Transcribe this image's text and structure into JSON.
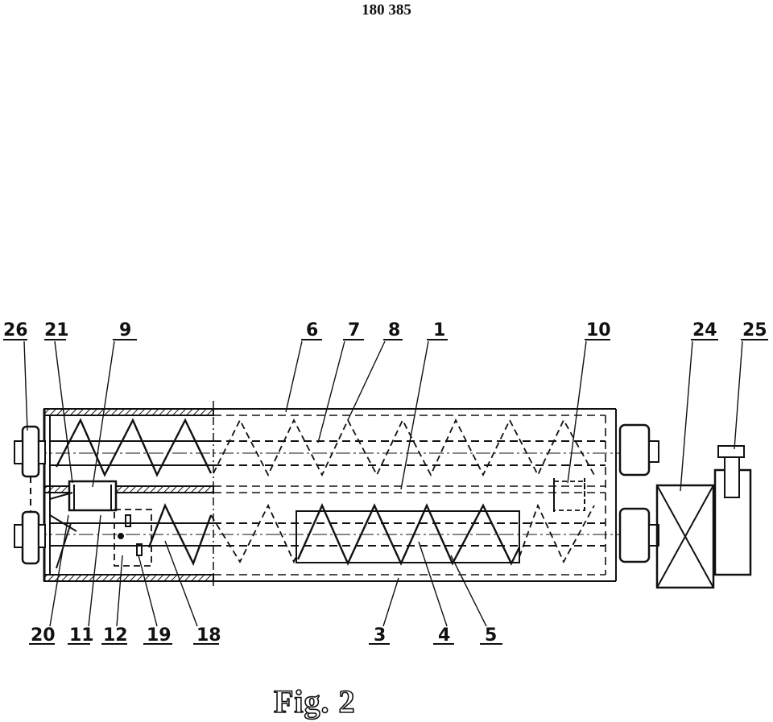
{
  "page_number": "180 385",
  "caption": "Fig. 2",
  "colors": {
    "ink": "#111111",
    "background": "#ffffff"
  },
  "labels": {
    "l26": "26",
    "l21": "21",
    "l9": "9",
    "l6": "6",
    "l7": "7",
    "l8": "8",
    "l1": "1",
    "l10": "10",
    "l24": "24",
    "l25": "25",
    "l20": "20",
    "l11": "11",
    "l12": "12",
    "l19": "19",
    "l18": "18",
    "l3": "3",
    "l4": "4",
    "l5": "5"
  }
}
